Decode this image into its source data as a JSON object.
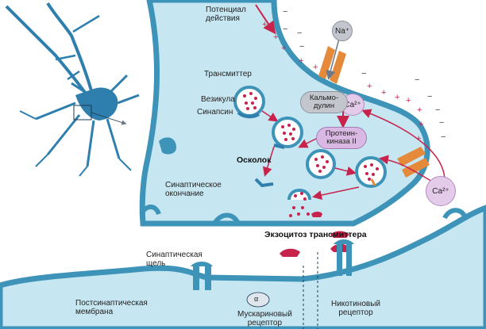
{
  "labels": {
    "action_potential": [
      "Потенциал",
      "действия"
    ],
    "transmitter": "Трансмиттер",
    "vesicle": "Везикула",
    "synapsin": "Синапсин",
    "fragment": "Осколок",
    "synaptic_ending": [
      "Синаптическое",
      "окончание"
    ],
    "exocytosis": "Экзоцитоз трансмиттера",
    "synaptic_cleft": [
      "Синаптическая",
      "щель"
    ],
    "postsynaptic_membrane": [
      "Постсинаптическая",
      "мембрана"
    ],
    "muscarinic_receptor": [
      "Мускариновый",
      "рецептор"
    ],
    "nicotinic_receptor": [
      "Никотиновый",
      "рецептор"
    ],
    "alpha": "α"
  },
  "ions": {
    "na": "Na⁺",
    "ca_inner": "Ca²⁺",
    "ca_outer": "Ca²⁺"
  },
  "enzymes": {
    "calmodulin": [
      "Кальмо-",
      "дулин"
    ],
    "protein_kinase": [
      "Протеин-",
      "киназа II"
    ]
  },
  "membrane_charges": {
    "outside": "−",
    "inside": "+"
  },
  "colors": {
    "membrane": "#3d93b8",
    "cytoplasm": "#c6e6f1",
    "neuron_body": "#2f7fae",
    "channel": "#e5893a",
    "kinase_fill": "#d9b8e3",
    "calmodulin_fill": "#c3c6cc",
    "transmitter_dots": "#c8234d",
    "arrow": "#c8234d",
    "receptor": "#3d93b8",
    "plus_sign": "#c8234d"
  }
}
